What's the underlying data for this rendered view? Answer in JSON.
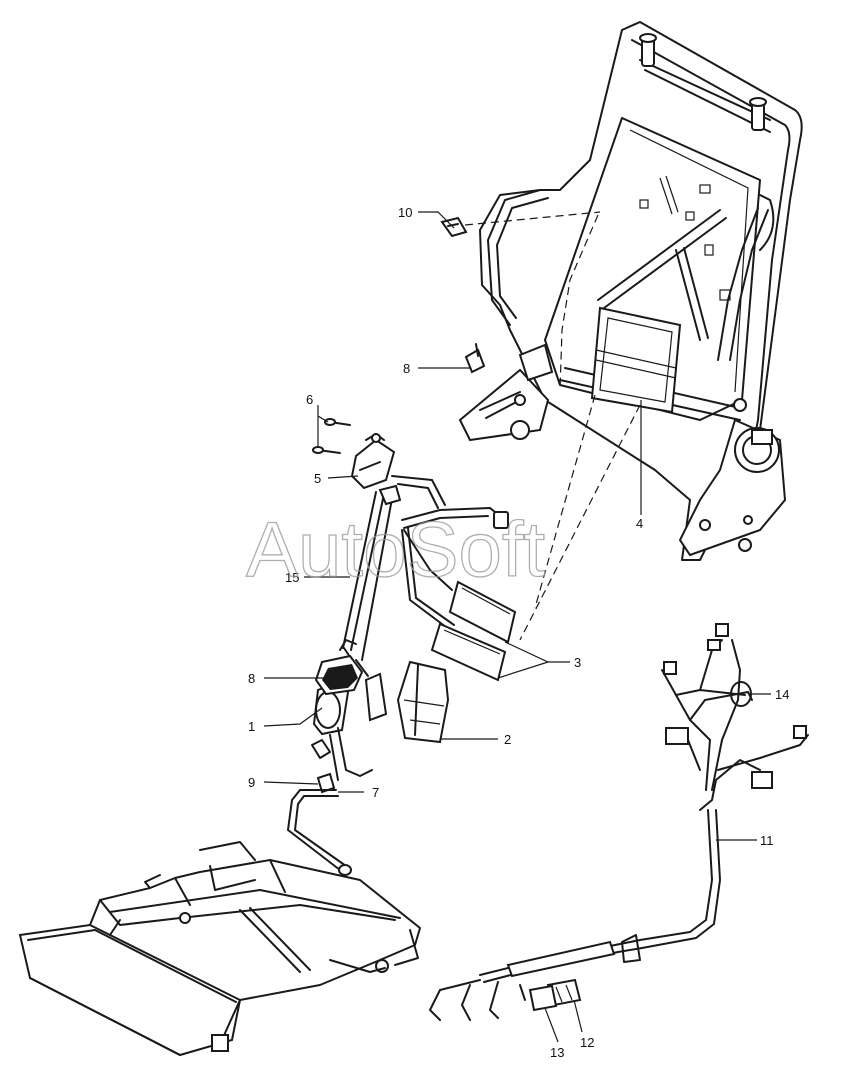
{
  "watermark": "AutoSoft",
  "callouts": [
    {
      "id": "c1",
      "label": "1"
    },
    {
      "id": "c2",
      "label": "2"
    },
    {
      "id": "c3",
      "label": "3"
    },
    {
      "id": "c4",
      "label": "4"
    },
    {
      "id": "c5",
      "label": "5"
    },
    {
      "id": "c6",
      "label": "6"
    },
    {
      "id": "c7",
      "label": "7"
    },
    {
      "id": "c8a",
      "label": "8"
    },
    {
      "id": "c8b",
      "label": "8"
    },
    {
      "id": "c9",
      "label": "9"
    },
    {
      "id": "c10",
      "label": "10"
    },
    {
      "id": "c11",
      "label": "11"
    },
    {
      "id": "c12",
      "label": "12"
    },
    {
      "id": "c13",
      "label": "13"
    },
    {
      "id": "c14",
      "label": "14"
    },
    {
      "id": "c15",
      "label": "15"
    }
  ]
}
